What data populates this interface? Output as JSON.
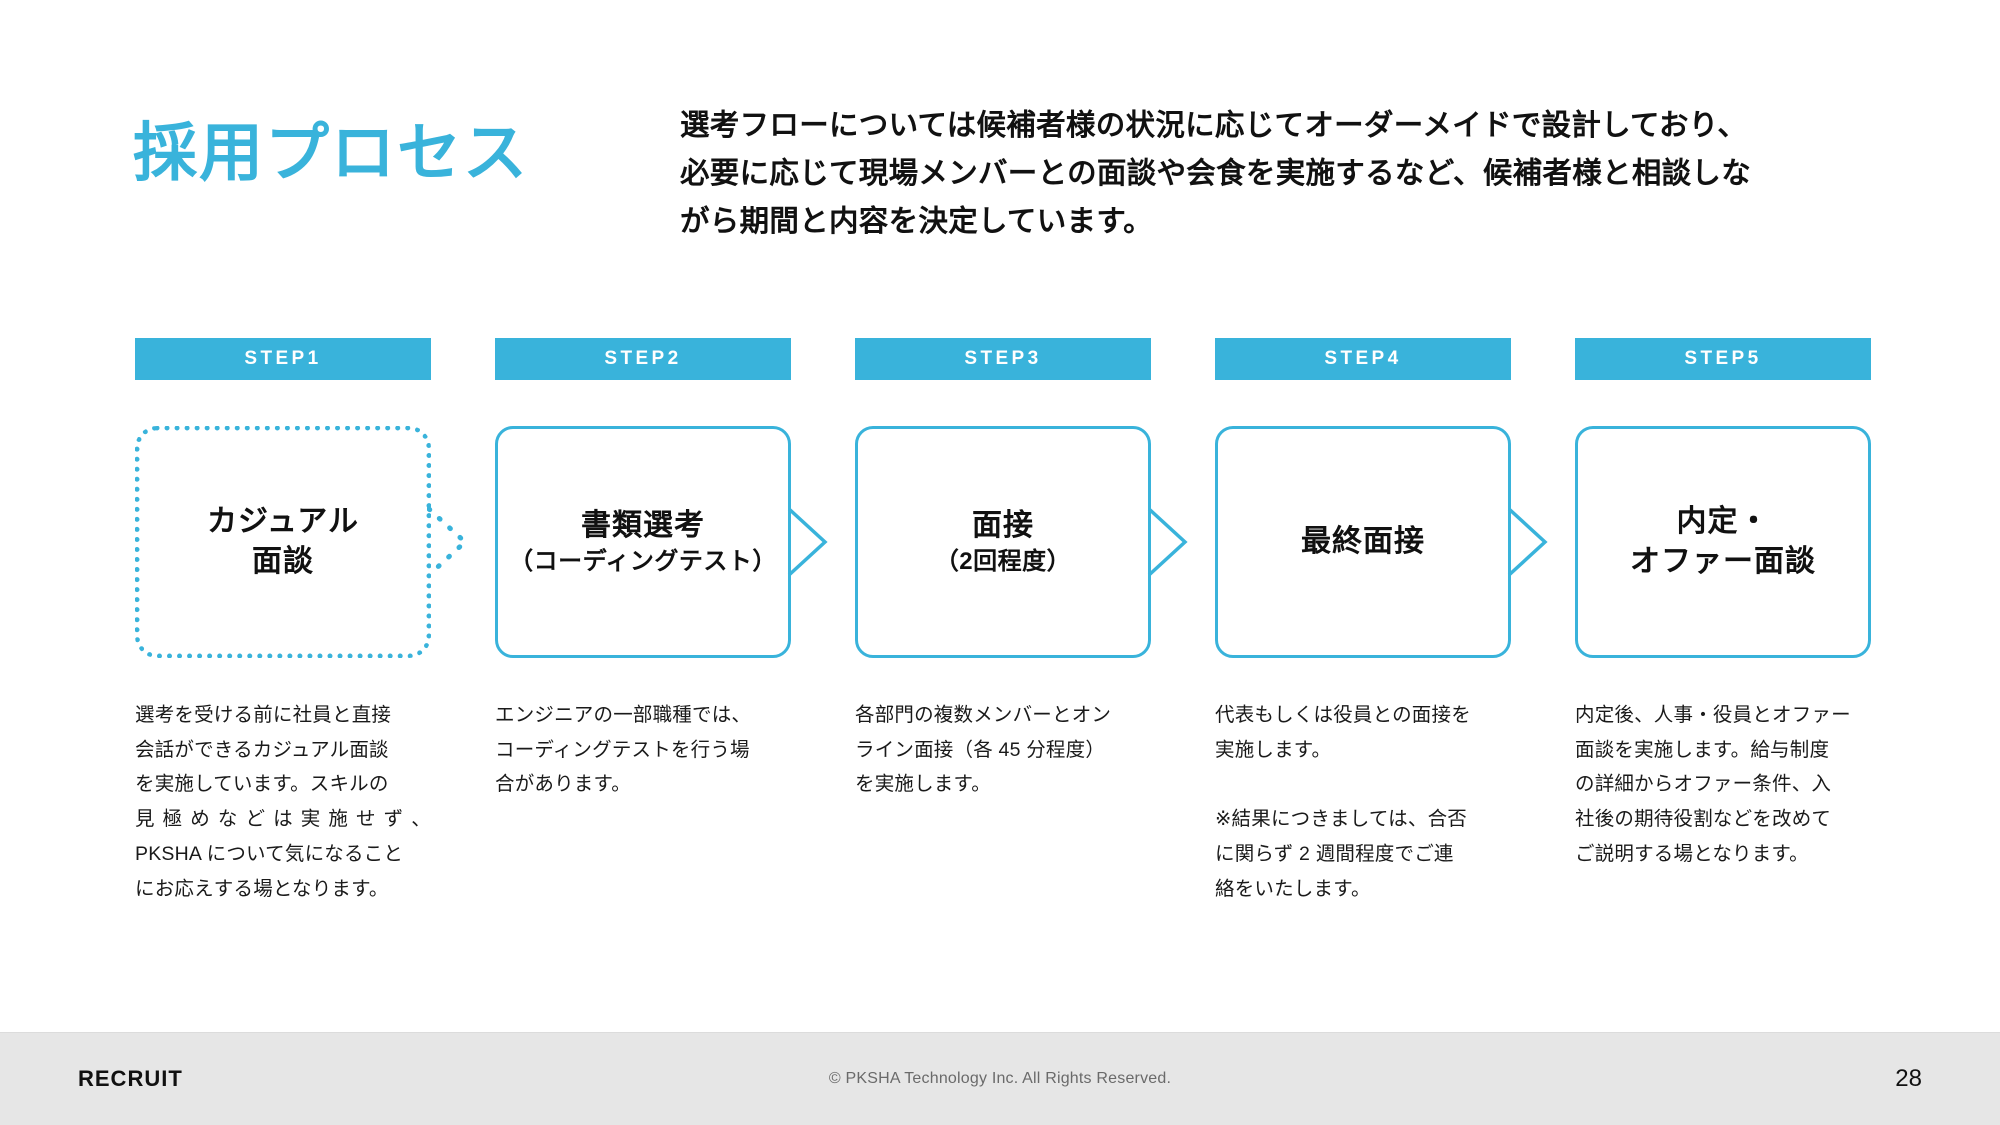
{
  "slide": {
    "title": "採用プロセス",
    "accent_color": "#39B3DB",
    "lead_lines": [
      "選考フローについては候補者様の状況に応じてオーダーメイドで設計しており、",
      "必要に応じて現場メンバーとの面談や会食を実施するなど、候補者様と相談しな",
      "がら期間と内容を決定しています。"
    ]
  },
  "steps": [
    {
      "badge": "STEP1",
      "title": "カジュアル",
      "subtitle": "面談",
      "subtitle_bold": true,
      "border": "dotted",
      "connector": "dotted-chevron",
      "caption_blocks": [
        [
          "選考を受ける前に社員と直接",
          "会話ができるカジュアル面談",
          "を実施しています。スキルの",
          "見極めなどは実施せず、",
          "PKSHA について気になること",
          "にお応えする場となります。"
        ]
      ]
    },
    {
      "badge": "STEP2",
      "title": "書類選考",
      "subtitle": "（コーディングテスト）",
      "subtitle_bold": false,
      "border": "solid",
      "connector": "solid-chevron",
      "caption_blocks": [
        [
          "エンジニアの一部職種では、",
          "コーディングテストを行う場",
          "合があります。"
        ]
      ]
    },
    {
      "badge": "STEP3",
      "title": "面接",
      "subtitle": "（2回程度）",
      "subtitle_bold": false,
      "border": "solid",
      "connector": "solid-chevron",
      "caption_blocks": [
        [
          "各部門の複数メンバーとオン",
          "ライン面接（各 45 分程度）",
          "を実施します。"
        ]
      ]
    },
    {
      "badge": "STEP4",
      "title": "最終面接",
      "subtitle": "",
      "subtitle_bold": false,
      "border": "solid",
      "connector": "solid-chevron",
      "caption_blocks": [
        [
          "代表もしくは役員との面接を",
          "実施します。"
        ],
        [
          "※結果につきましては、合否",
          "に関らず 2 週間程度でご連",
          "絡をいたします。"
        ]
      ]
    },
    {
      "badge": "STEP5",
      "title": "内定・",
      "subtitle": "オファー面談",
      "subtitle_bold": true,
      "border": "solid",
      "connector": "none",
      "caption_blocks": [
        [
          "内定後、人事・役員とオファー",
          "面談を実施します。給与制度",
          "の詳細からオファー条件、入",
          "社後の期待役割などを改めて",
          "ご説明する場となります。"
        ]
      ]
    }
  ],
  "footer": {
    "label": "RECRUIT",
    "copyright": "© PKSHA Technology Inc. All Rights Reserved.",
    "page_number": "28"
  }
}
